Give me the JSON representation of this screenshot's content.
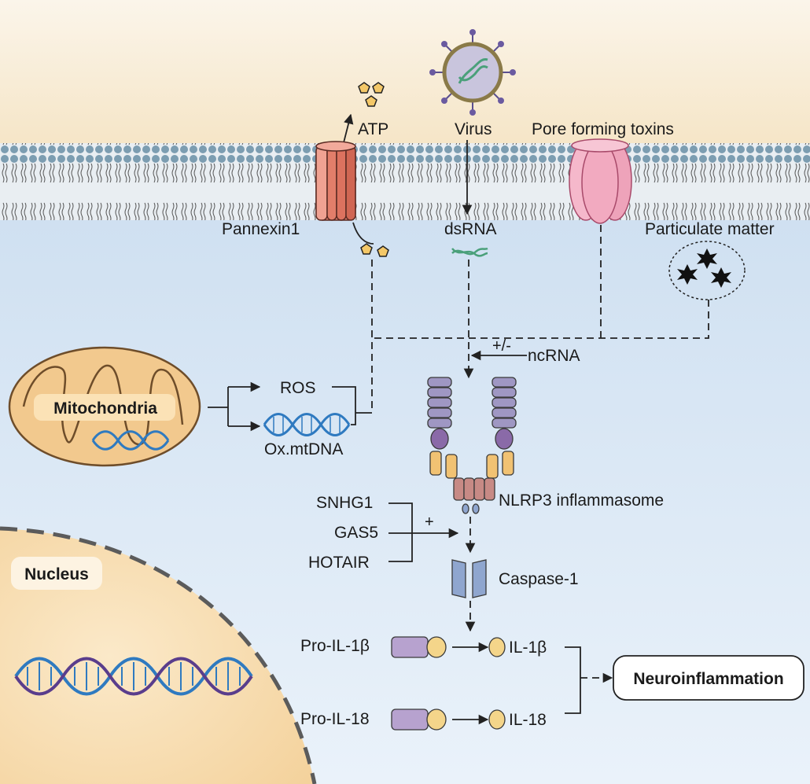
{
  "labels": {
    "atp": "ATP",
    "virus": "Virus",
    "pore_forming_toxins": "Pore forming toxins",
    "pannexin1": "Pannexin1",
    "dsrna": "dsRNA",
    "particulate_matter": "Particulate matter",
    "ncrna_modulation": "+/-",
    "ncrna": "ncRNA",
    "mitochondria": "Mitochondria",
    "ros": "ROS",
    "ox_mtdna": "Ox.mtDNA",
    "nlrp3": "NLRP3 inflammasome",
    "snhg1": "SNHG1",
    "gas5": "GAS5",
    "hotair": "HOTAIR",
    "lnc_effect": "+",
    "caspase1": "Caspase-1",
    "nucleus": "Nucleus",
    "pro_il1b": "Pro-IL-1β",
    "il1b": "IL-1β",
    "pro_il18": "Pro-IL-18",
    "il18": "IL-18",
    "neuroinflammation": "Neuroinflammation"
  },
  "colors": {
    "extracellular": "#f8ebd5",
    "cytoplasm": "#d9e8f5",
    "membrane_head": "#7a9bb0",
    "pannexin": "#e98a78",
    "pore_toxin": "#f2a8be",
    "mitochondria": "#f2c98e",
    "nucleus": "#f7dcae",
    "atp": "#f4c868",
    "dna_blue": "#2f7ac0",
    "dna_purple": "#5a3d8c",
    "nlrp3_purple": "#9f97c3",
    "nlrp3_orange": "#f1c273",
    "caspase": "#8fa6cf",
    "il_purple": "#b7a2cf",
    "il_yellow": "#f4d58a"
  }
}
